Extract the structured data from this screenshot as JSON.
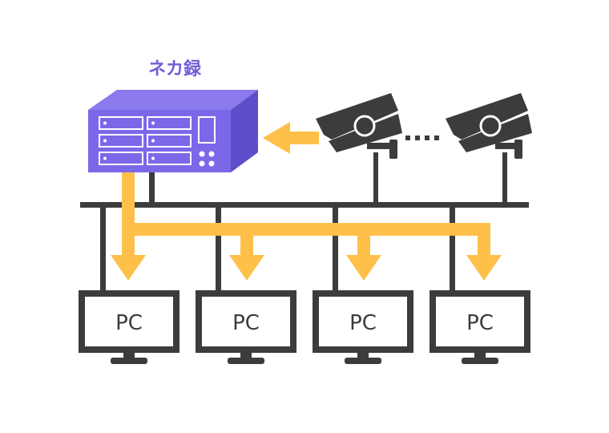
{
  "nvr": {
    "label": "ネカ録",
    "color": "#7b68e8",
    "icon": "nvr-server-icon"
  },
  "cameras": [
    {
      "icon": "security-camera-icon"
    },
    {
      "icon": "security-camera-icon"
    }
  ],
  "camera_gap_mark": "····",
  "pcs": [
    {
      "label": "PC",
      "icon": "monitor-icon"
    },
    {
      "label": "PC",
      "icon": "monitor-icon"
    },
    {
      "label": "PC",
      "icon": "monitor-icon"
    },
    {
      "label": "PC",
      "icon": "monitor-icon"
    }
  ],
  "colors": {
    "network_line": "#3c3c3c",
    "data_flow": "#ffc04a",
    "device_dark": "#3c3c3c",
    "nvr_fill": "#7b68e8"
  }
}
